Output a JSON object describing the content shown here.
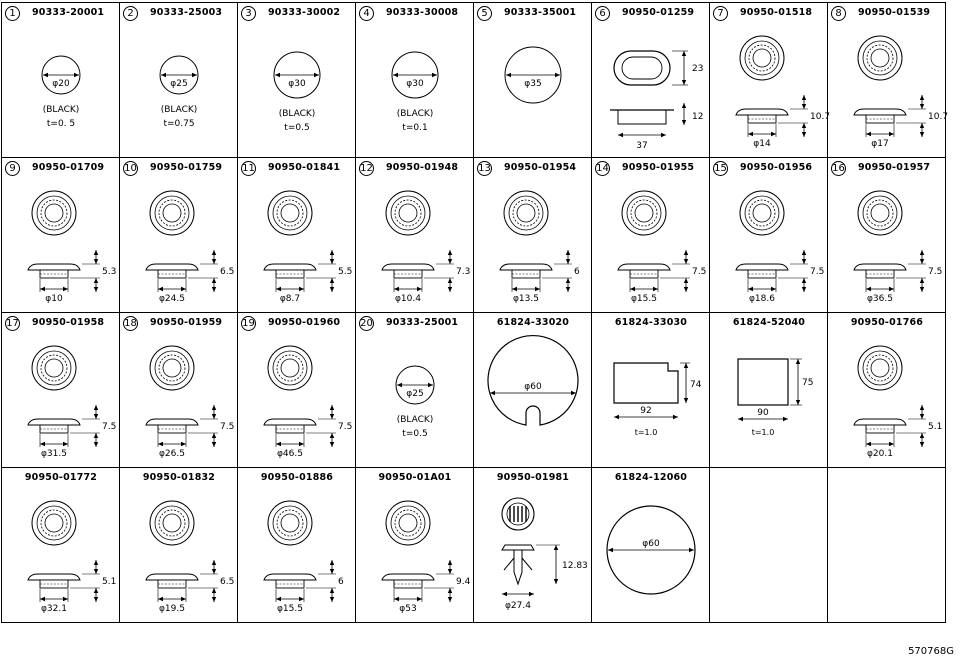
{
  "diagram_code": "570768G",
  "cells": [
    {
      "num": "1",
      "part": "90333-20001",
      "type": "disc",
      "dia": "φ20",
      "r": 19,
      "notes": [
        "(BLACK)",
        "t=0. 5"
      ]
    },
    {
      "num": "2",
      "part": "90333-25003",
      "type": "disc",
      "dia": "φ25",
      "r": 19,
      "notes": [
        "(BLACK)",
        "t=0.75"
      ]
    },
    {
      "num": "3",
      "part": "90333-30002",
      "type": "disc",
      "dia": "φ30",
      "r": 23,
      "notes": [
        "(BLACK)",
        "t=0.5"
      ]
    },
    {
      "num": "4",
      "part": "90333-30008",
      "type": "disc",
      "dia": "φ30",
      "r": 23,
      "notes": [
        "(BLACK)",
        "t=0.1"
      ]
    },
    {
      "num": "5",
      "part": "90333-35001",
      "type": "disc",
      "dia": "φ35",
      "r": 28,
      "notes": []
    },
    {
      "num": "6",
      "part": "90950-01259",
      "type": "oval",
      "dims": [
        "23",
        "12",
        "37"
      ]
    },
    {
      "num": "7",
      "part": "90950-01518",
      "type": "plug",
      "h": "10.7",
      "dia": "φ14"
    },
    {
      "num": "8",
      "part": "90950-01539",
      "type": "plug",
      "h": "10.7",
      "dia": "φ17"
    },
    {
      "num": "9",
      "part": "90950-01709",
      "type": "plug",
      "h": "5.3",
      "dia": "φ10"
    },
    {
      "num": "10",
      "part": "90950-01759",
      "type": "plug",
      "h": "6.5",
      "dia": "φ24.5"
    },
    {
      "num": "11",
      "part": "90950-01841",
      "type": "plug",
      "h": "5.5",
      "dia": "φ8.7"
    },
    {
      "num": "12",
      "part": "90950-01948",
      "type": "plug",
      "h": "7.3",
      "dia": "φ10.4"
    },
    {
      "num": "13",
      "part": "90950-01954",
      "type": "plug",
      "h": "6",
      "dia": "φ13.5"
    },
    {
      "num": "14",
      "part": "90950-01955",
      "type": "plug",
      "h": "7.5",
      "dia": "φ15.5"
    },
    {
      "num": "15",
      "part": "90950-01956",
      "type": "plug",
      "h": "7.5",
      "dia": "φ18.6"
    },
    {
      "num": "16",
      "part": "90950-01957",
      "type": "plug",
      "h": "7.5",
      "dia": "φ36.5"
    },
    {
      "num": "17",
      "part": "90950-01958",
      "type": "plug",
      "h": "7.5",
      "dia": "φ31.5"
    },
    {
      "num": "18",
      "part": "90950-01959",
      "type": "plug",
      "h": "7.5",
      "dia": "φ26.5"
    },
    {
      "num": "19",
      "part": "90950-01960",
      "type": "plug",
      "h": "7.5",
      "dia": "φ46.5"
    },
    {
      "num": "20",
      "part": "90333-25001",
      "type": "disc",
      "dia": "φ25",
      "r": 19,
      "notes": [
        "(BLACK)",
        "t=0.5"
      ]
    },
    {
      "num": "",
      "part": "61824-33020",
      "type": "cutdisc",
      "dia": "φ60"
    },
    {
      "num": "",
      "part": "61824-33030",
      "type": "tshape",
      "dims": [
        "74",
        "92",
        "t=1.0"
      ]
    },
    {
      "num": "",
      "part": "61824-52040",
      "type": "square",
      "dims": [
        "75",
        "90",
        "t=1.0"
      ]
    },
    {
      "num": "",
      "part": "90950-01766",
      "type": "plug",
      "h": "5.1",
      "dia": "φ20.1"
    },
    {
      "num": "",
      "part": "90950-01772",
      "type": "plug",
      "h": "5.1",
      "dia": "φ32.1"
    },
    {
      "num": "",
      "part": "90950-01832",
      "type": "plug",
      "h": "6.5",
      "dia": "φ19.5"
    },
    {
      "num": "",
      "part": "90950-01886",
      "type": "plug",
      "h": "6",
      "dia": "φ15.5"
    },
    {
      "num": "",
      "part": "90950-01A01",
      "type": "plug",
      "h": "9.4",
      "dia": "φ53"
    },
    {
      "num": "",
      "part": "90950-01981",
      "type": "clip",
      "h": "12.83",
      "dia": "φ27.4"
    },
    {
      "num": "",
      "part": "61824-12060",
      "type": "bigdisc",
      "dia": "φ60"
    },
    {
      "num": "",
      "part": "",
      "type": "empty"
    },
    {
      "num": "",
      "part": "",
      "type": "empty"
    }
  ]
}
